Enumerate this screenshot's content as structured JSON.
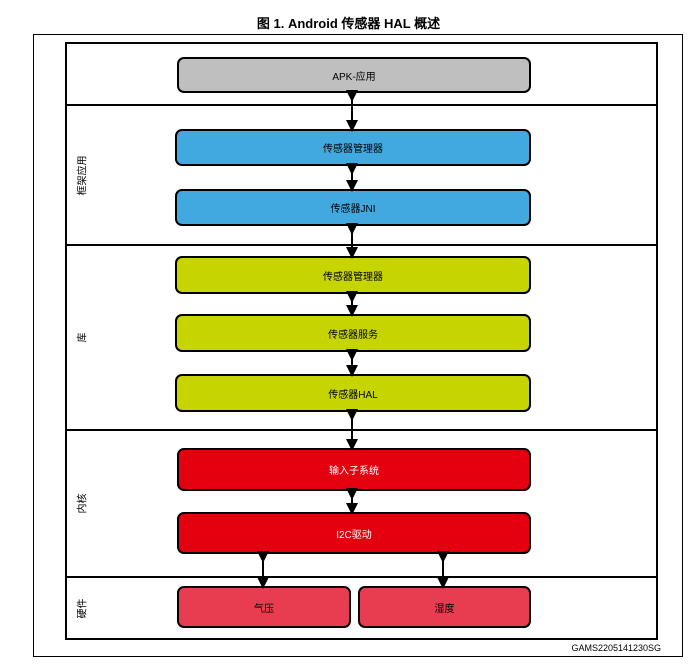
{
  "title": "图 1. Android 传感器 HAL 概述",
  "layers": {
    "framework_label": "框架应用",
    "library_label": "库",
    "kernel_label": "内核",
    "hardware_label": "硬件"
  },
  "boxes": {
    "apk": "APK-应用",
    "fw_sensor_manager": "传感器管理器",
    "sensor_jni": "传感器JNI",
    "lib_sensor_manager": "传感器管理器",
    "sensor_service": "传感器服务",
    "sensor_hal": "传感器HAL",
    "input_subsystem": "输入子系统",
    "i2c_driver": "I2C驱动",
    "pressure": "气压",
    "humidity": "湿度"
  },
  "colors": {
    "app": "#bfbfbf",
    "framework": "#41a9e0",
    "library": "#c6d400",
    "kernel": "#e3000f",
    "hardware": "#e83d50"
  },
  "figure_code": "GAMS2205141230SG"
}
